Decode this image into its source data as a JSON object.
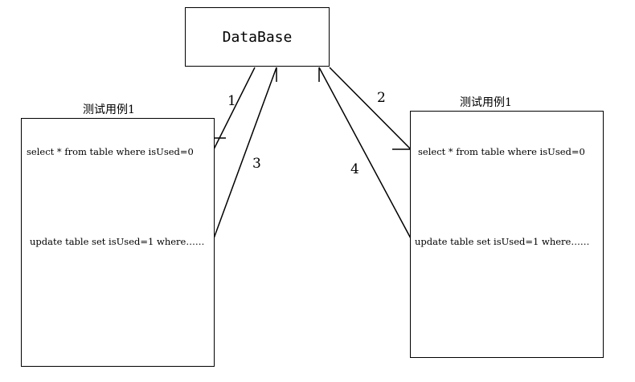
{
  "database": {
    "label": "DataBase"
  },
  "left_case": {
    "title": "测试用例1",
    "select_sql": "select * from table where isUsed=0",
    "update_sql": "update table set isUsed=1 where……"
  },
  "right_case": {
    "title": "测试用例1",
    "select_sql": "select * from table where isUsed=0",
    "update_sql": "update table set isUsed=1 where……"
  },
  "arrows": [
    {
      "label": "1"
    },
    {
      "label": "2"
    },
    {
      "label": "3"
    },
    {
      "label": "4"
    }
  ],
  "colors": {
    "stroke": "#000000",
    "background": "#ffffff"
  }
}
